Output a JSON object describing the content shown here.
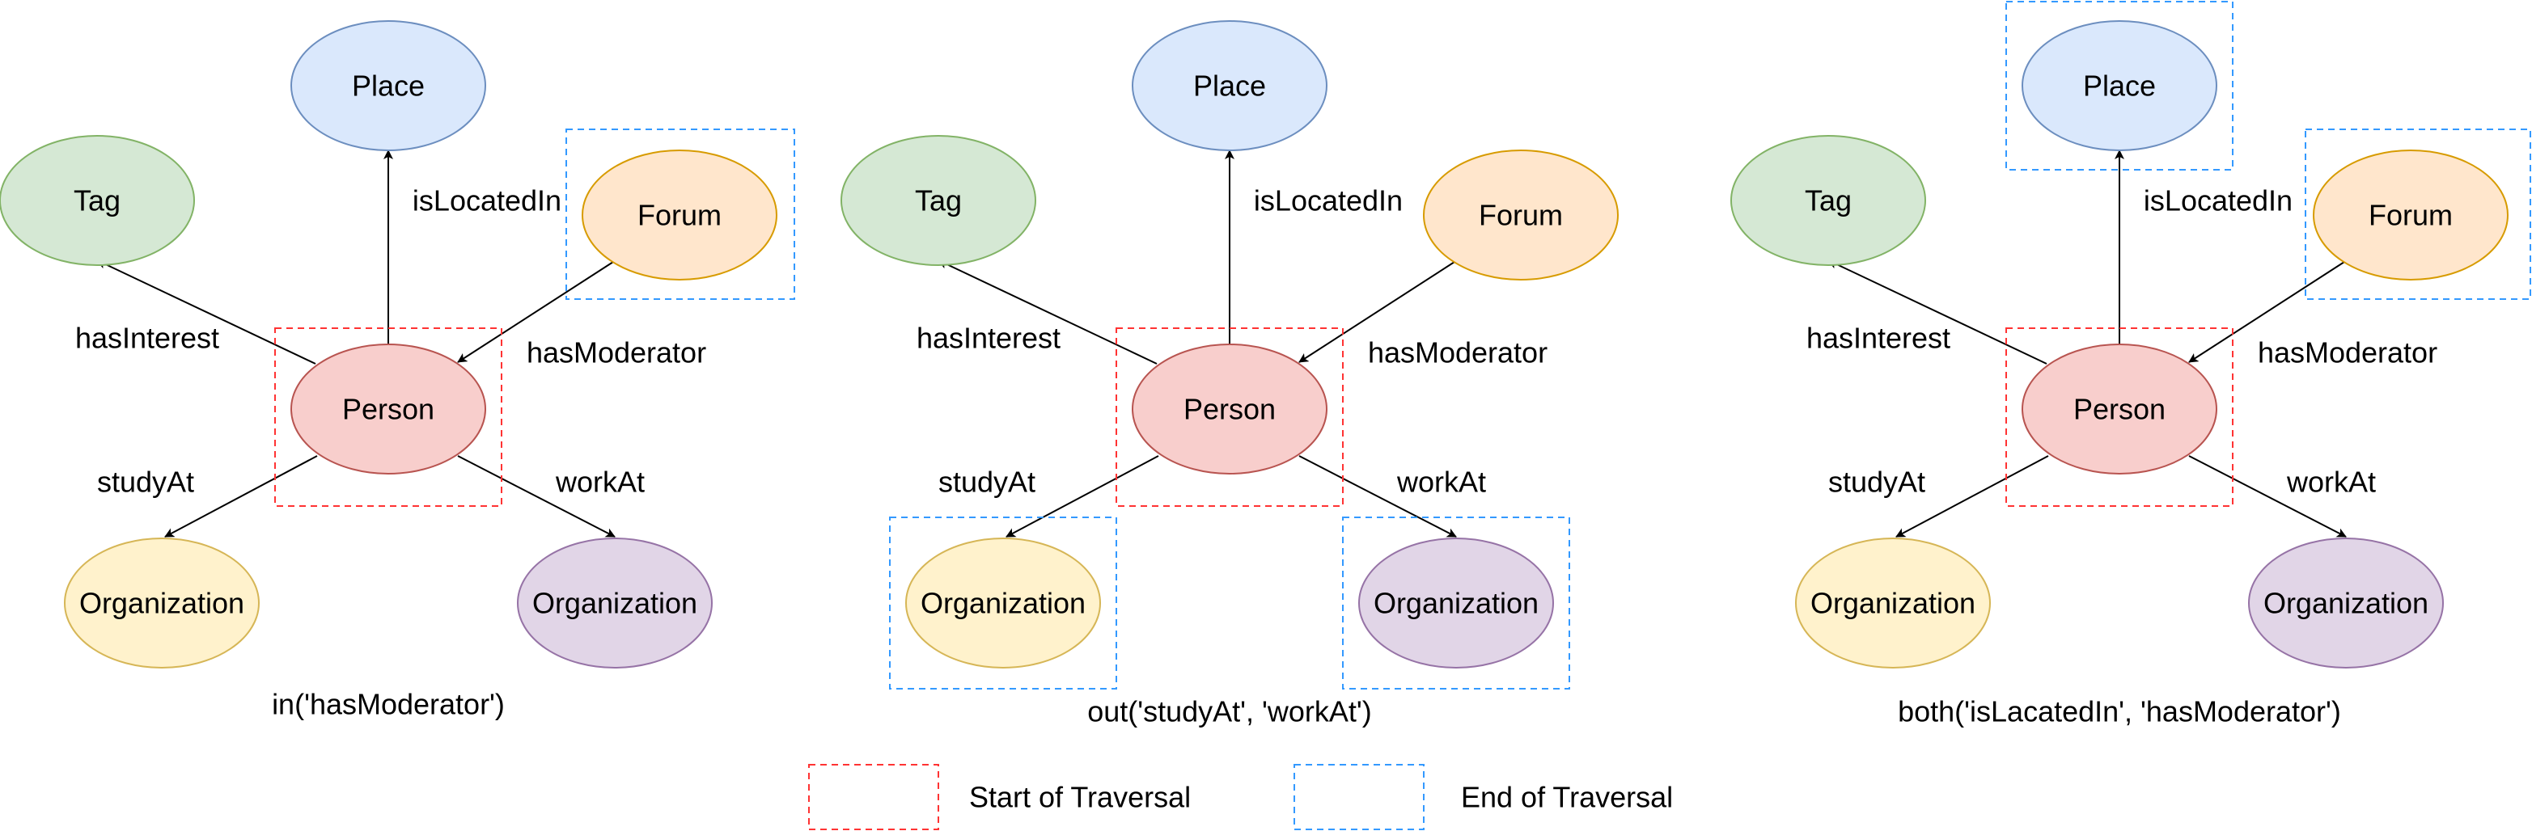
{
  "colors": {
    "tag": {
      "fill": "#d5e8d4",
      "stroke": "#82b366"
    },
    "place": {
      "fill": "#dae8fc",
      "stroke": "#6c8ebf"
    },
    "forum": {
      "fill": "#ffe6cc",
      "stroke": "#d79b00"
    },
    "person": {
      "fill": "#f8cecc",
      "stroke": "#b85450"
    },
    "organization_study": {
      "fill": "#fff2cc",
      "stroke": "#d6b656"
    },
    "organization_work": {
      "fill": "#e1d5e7",
      "stroke": "#9673a6"
    },
    "start_box": "#ff3333",
    "end_box": "#3399ff",
    "edge": "#000000"
  },
  "nodes": {
    "tag": "Tag",
    "place": "Place",
    "forum": "Forum",
    "person": "Person",
    "organization_study": "Organization",
    "organization_work": "Organization"
  },
  "edges": {
    "has_interest": "hasInterest",
    "is_located_in": "isLocatedIn",
    "has_moderator": "hasModerator",
    "study_at": "studyAt",
    "work_at": "workAt"
  },
  "panels": [
    {
      "caption": "in('hasModerator')",
      "end_targets": [
        "forum"
      ]
    },
    {
      "caption": "out('studyAt', 'workAt')",
      "end_targets": [
        "organization_study",
        "organization_work"
      ]
    },
    {
      "caption": "both('isLacatedIn', 'hasModerator')",
      "end_targets": [
        "place",
        "forum"
      ]
    }
  ],
  "legend": {
    "start": "Start of Traversal",
    "end": "End of Traversal"
  }
}
